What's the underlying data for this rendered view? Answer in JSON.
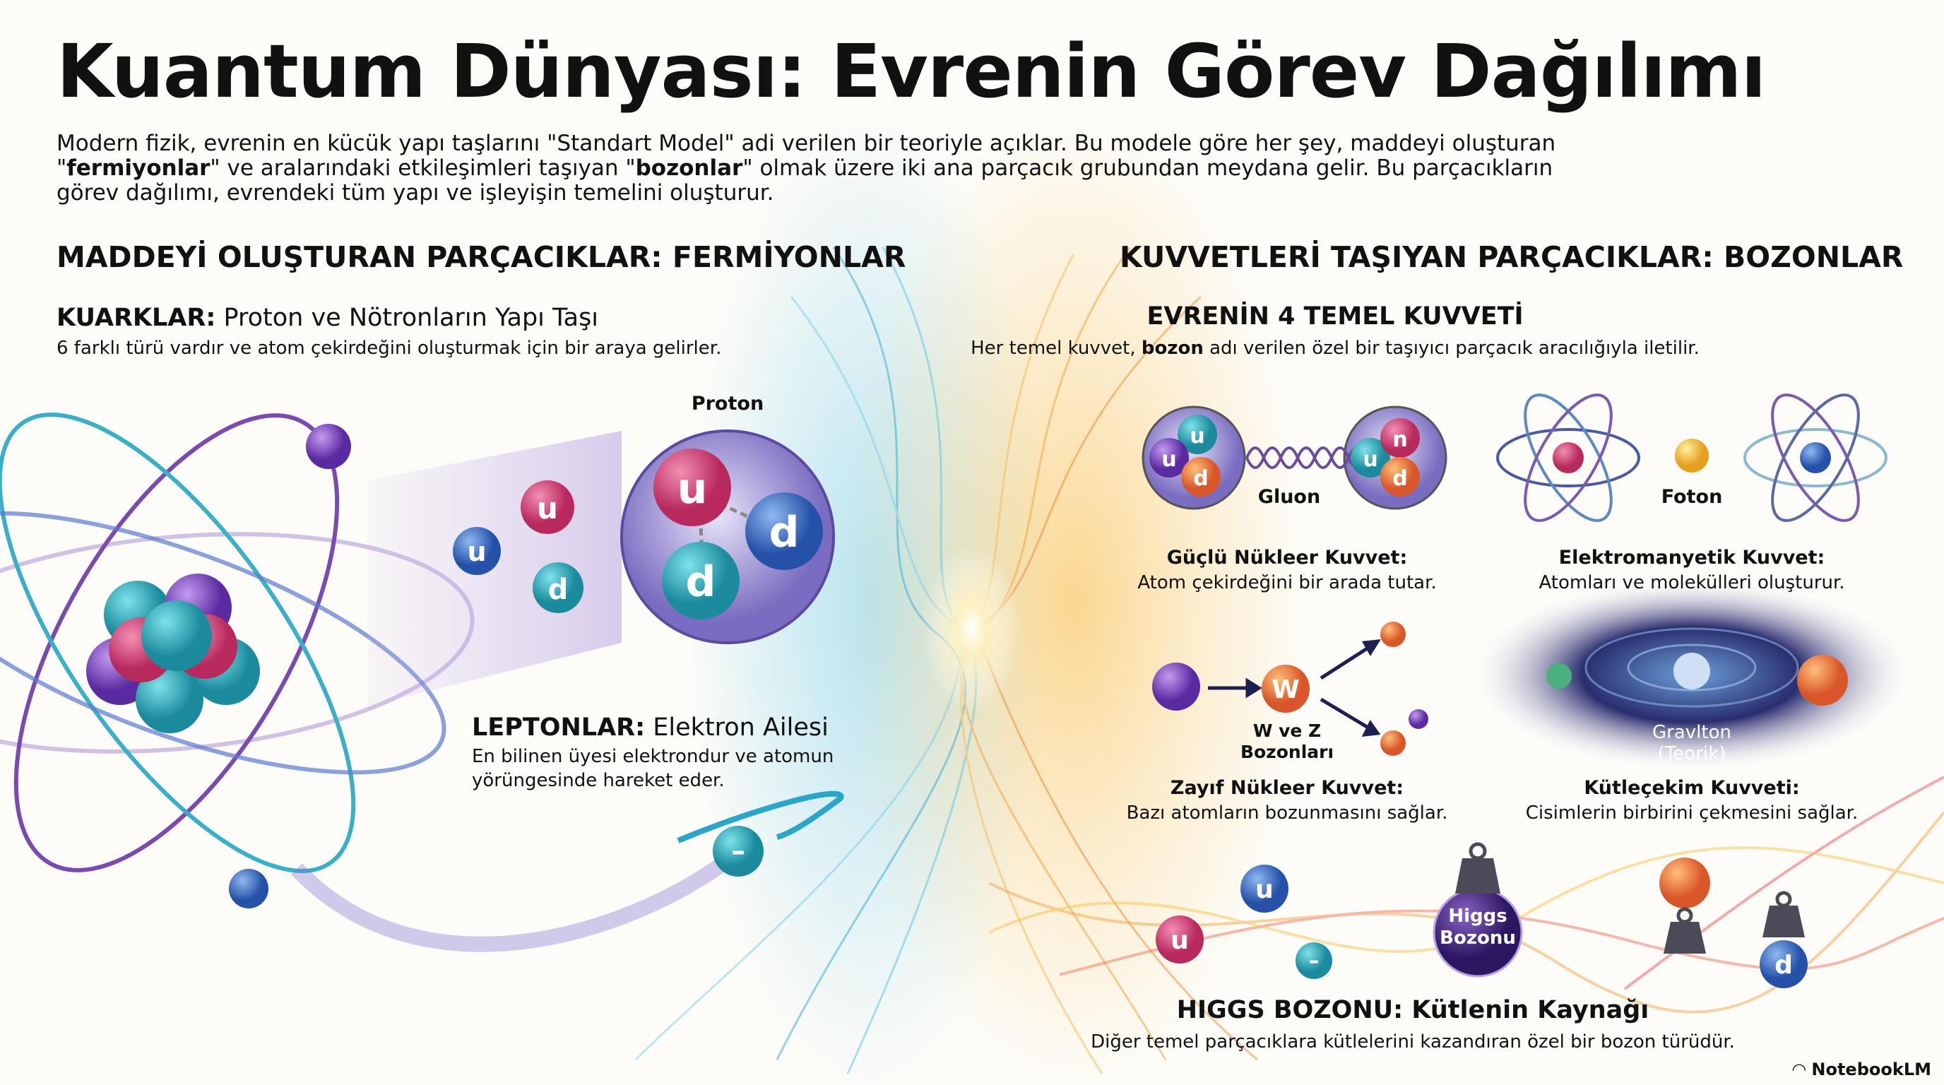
{
  "title": "Kuantum Dünyası: Evrenin Görev Dağılımı",
  "intro": {
    "p1": "Modern fizik, evrenin en kücük yapı taşlarını \"Standart Model\" adi verilen bir teoriyle açıklar. Bu modele göre her şey, maddeyi oluşturan \"",
    "b1": "fermiyonlar",
    "p2": "\" ve aralarındaki etkileşimleri taşıyan \"",
    "b2": "bozonlar",
    "p3": "\" olmak üzere iki ana parçacık grubundan meydana gelir. Bu parçacıkların görev dağılımı, evrendeki tüm yapı ve işleyişin temelini oluşturur."
  },
  "left": {
    "heading": "MADDEYİ OLUŞTURAN PARÇACIKLAR: FERMİYONLAR",
    "quarks": {
      "title_bold": "KUARKLAR:",
      "title_rest": " Proton ve Nötronların Yapı Taşı",
      "desc": "6 farklı türü vardır ve atom çekirdeğini oluşturmak için bir araya gelirler.",
      "proton_label": "Proton",
      "q_u": "u",
      "q_d": "d"
    },
    "leptons": {
      "title_bold": "LEPTONLAR:",
      "title_rest": " Elektron Ailesi",
      "desc1": "En bilinen üyesi elektrondur ve atomun",
      "desc2": "yörüngesinde hareket eder.",
      "electron_symbol": "–"
    }
  },
  "right": {
    "heading": "KUVVETLERİ TAŞIYAN PARÇACIKLAR: BOZONLAR",
    "subheading": "EVRENİN 4 TEMEL KUVVETİ",
    "desc_pre": "Her temel kuvvet, ",
    "desc_bold": "bozon",
    "desc_post": " adı verilen özel bir taşıyıcı parçacık aracılığıyla iletilir.",
    "forces": [
      {
        "carrier": "Gluon",
        "name": "Güçlü Nükleer Kuvvet:",
        "desc": "Atom çekirdeğini bir arada tutar."
      },
      {
        "carrier": "Foton",
        "name": "Elektromanyetik Kuvvet:",
        "desc": "Atomları ve molekülleri oluşturur."
      },
      {
        "carrier1": "W ve Z",
        "carrier2": "Bozonları",
        "symbol": "W",
        "name": "Zayıf Nükleer Kuvvet:",
        "desc": "Bazı atomların bozunmasını sağlar."
      },
      {
        "carrier1": "Gravlton",
        "carrier2": "(Teorik)",
        "name": "Kütleçekim Kuvveti:",
        "desc": "Cisimlerin birbirini çekmesini sağlar."
      }
    ],
    "gluon_quarks": [
      "u",
      "u",
      "d",
      "u",
      "n",
      "d"
    ],
    "higgs": {
      "ball1": "Higgs",
      "ball2": "Bozonu",
      "title": "HIGGS BOZONU: Kütlenin Kaynağı",
      "desc": "Diğer temel parçacıklara kütlelerini kazandıran özel bir bozon türüdür.",
      "particles": [
        "u",
        "u",
        "–",
        "d"
      ]
    }
  },
  "brand": "NotebookLM",
  "colors": {
    "fermion_wave": "#4fb8d8",
    "boson_wave": "#f5a623",
    "quark_pink": "#d6407a",
    "quark_teal": "#2aa7b8",
    "quark_blue": "#2d6fc4",
    "higgs_purple": "#4b2a86"
  }
}
